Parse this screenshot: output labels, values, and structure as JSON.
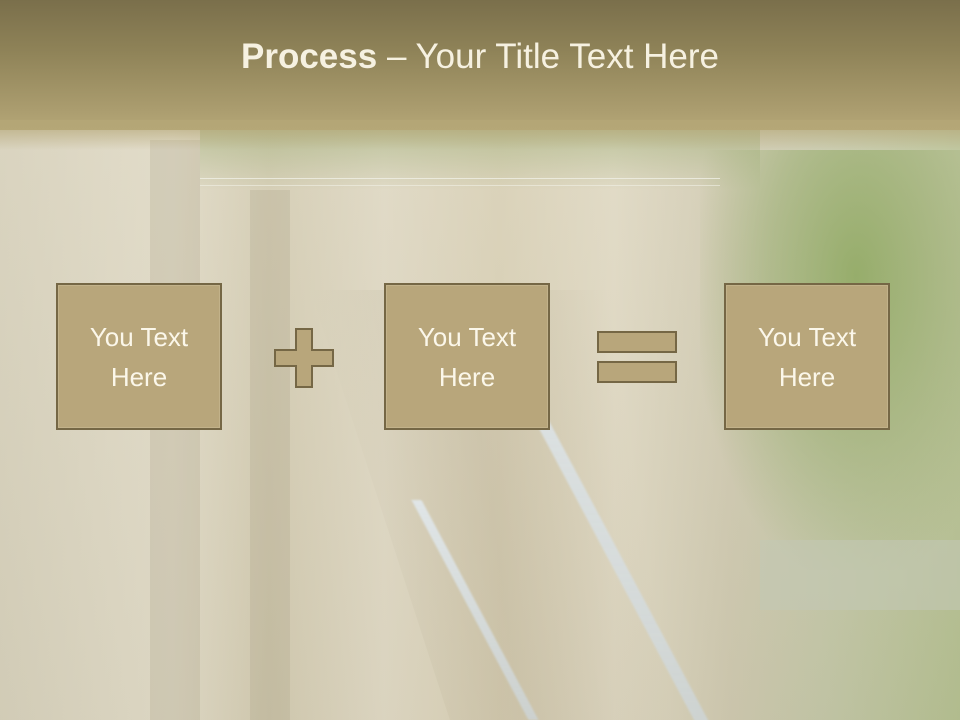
{
  "slide": {
    "title_bold": "Process",
    "title_rest": " – Your Title Text Here",
    "boxes": [
      {
        "line1": "You Text",
        "line2": "Here"
      },
      {
        "line1": "You Text",
        "line2": "Here"
      },
      {
        "line1": "You Text",
        "line2": "Here"
      }
    ],
    "operators": [
      "plus-icon",
      "equals-icon"
    ],
    "colors": {
      "header": "#8f8358",
      "box_fill": "#b8a67b",
      "box_border": "#756745",
      "text": "#fbf7ea"
    }
  }
}
